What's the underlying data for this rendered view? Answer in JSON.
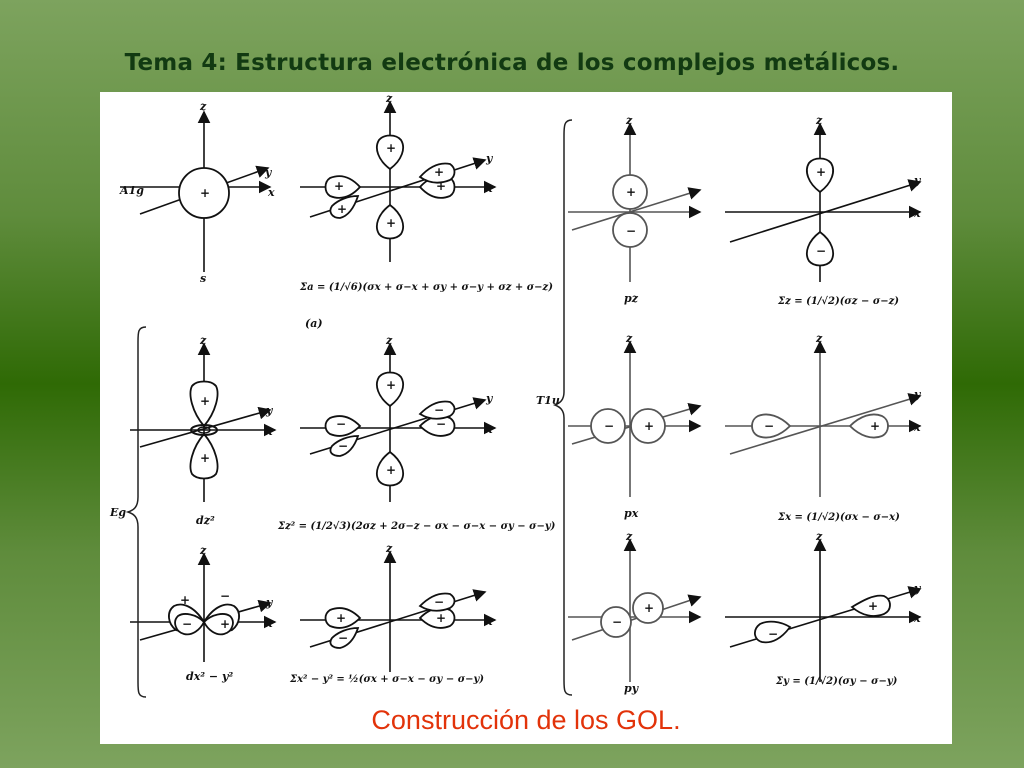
{
  "slide": {
    "title": "Tema 4:  Estructura electrónica de los complejos metálicos.",
    "caption": "Construcción de los GOL."
  },
  "colors": {
    "background": "#3a7012",
    "panel": "#ffffff",
    "title": "#123a12",
    "caption": "#e2330a"
  },
  "axes": {
    "z": "z",
    "y": "y",
    "x": "x"
  },
  "signs": {
    "plus": "+",
    "minus": "−"
  },
  "symmetry": {
    "a1g": "A1g",
    "eg": "Eg",
    "t1u": "T1u"
  },
  "orbitals": {
    "s": "s",
    "dz2": "dz²",
    "dx2y2": "dx² − y²",
    "pz": "pz",
    "px": "px",
    "py": "py"
  },
  "equations": {
    "sigma_a": "Σa = (1/√6)(σx + σ−x + σy + σ−y + σz + σ−z)",
    "sigma_z2": "Σz² = (1/2√3)(2σz + 2σ−z − σx − σ−x − σy − σ−y)",
    "sigma_x2y2": "Σx² − y² = ½(σx + σ−x − σy − σ−y)",
    "sigma_z": "Σz = (1/√2)(σz − σ−z)",
    "sigma_x": "Σx = (1/√2)(σx − σ−x)",
    "sigma_y": "Σy = (1/√2)(σy − σ−y)"
  },
  "panel_label": "(a)"
}
